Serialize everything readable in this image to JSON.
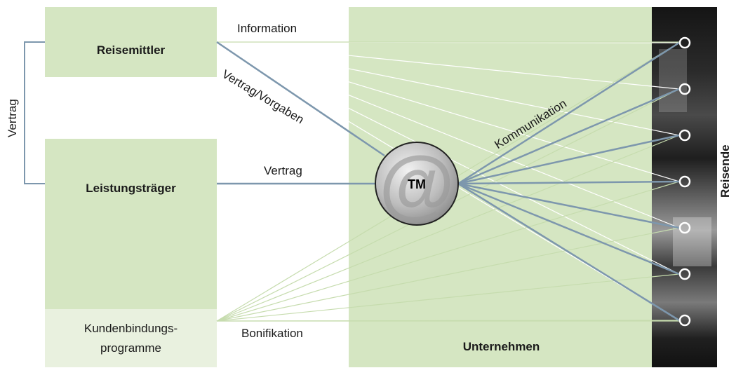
{
  "nodes": {
    "reisemittler": "Reisemittler",
    "leistungstraeger": "Leistungsträger",
    "kundenbindung_line1": "Kundenbindungs-",
    "kundenbindung_line2": "programme",
    "unternehmen": "Unternehmen",
    "tm": "TM",
    "reisende": "Reisende"
  },
  "edges": {
    "information": "Information",
    "vertrag_vorgaben": "Vertrag/Vorgaben",
    "vertrag_leistung": "Vertrag",
    "bonifikation": "Bonifikation",
    "kommunikation": "Kommunikation",
    "vertrag_bracket": "Vertrag"
  },
  "traveler_count": 7,
  "colors": {
    "green_box": "#d5e6c2",
    "light_green_box": "#e9f1df",
    "line_blue": "#7d97ad",
    "line_thin": "#ffffff",
    "line_thin_green": "#c6dcae",
    "dark_strip": "#1c1c1c"
  }
}
